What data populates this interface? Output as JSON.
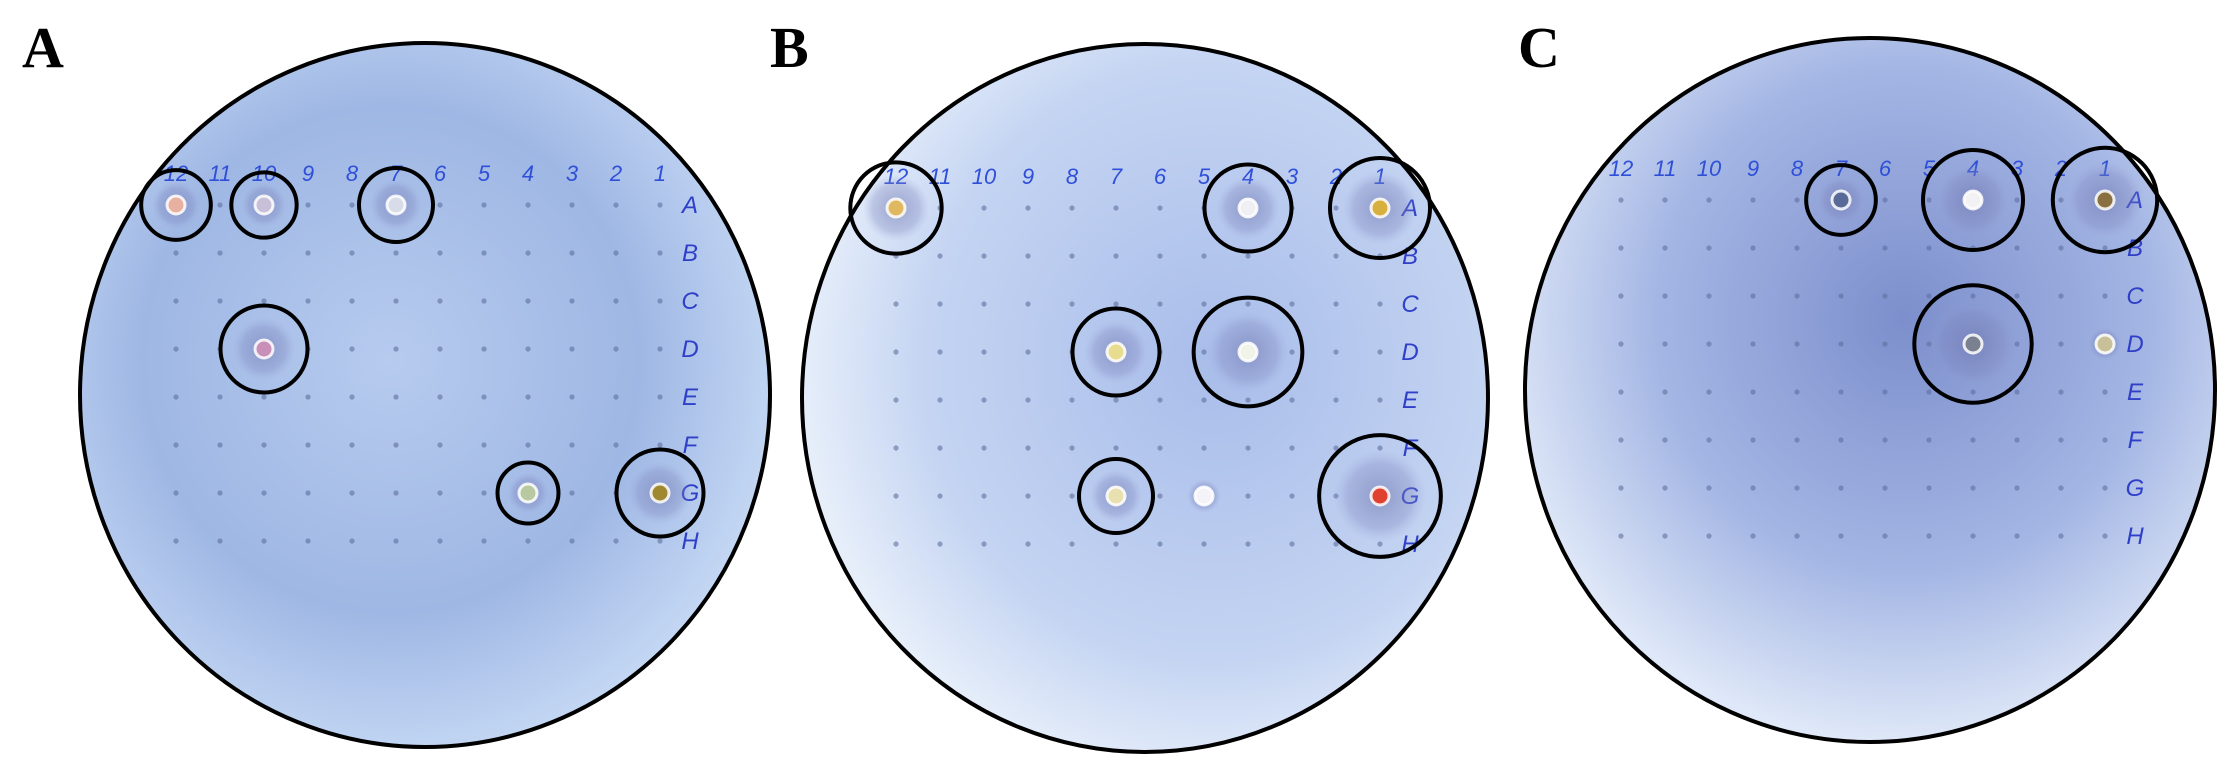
{
  "panels": [
    {
      "label": "A",
      "column_labels": [
        "12",
        "11",
        "10",
        "9",
        "8",
        "7",
        "6",
        "5",
        "4",
        "3",
        "2",
        "1"
      ],
      "row_labels": [
        "A",
        "B",
        "C",
        "D",
        "E",
        "F",
        "G",
        "H"
      ],
      "tint": "#a9bfe6",
      "colonies": [
        {
          "col": 12,
          "row": "A",
          "halo": 0.9,
          "color": "#e8b0a0",
          "circled": true
        },
        {
          "col": 10,
          "row": "A",
          "halo": 0.8,
          "color": "#c8c0d8",
          "circled": true
        },
        {
          "col": 7,
          "row": "A",
          "halo": 1.0,
          "color": "#d8dce8",
          "circled": true
        },
        {
          "col": 10,
          "row": "D",
          "halo": 1.3,
          "color": "#c890b8",
          "circled": true
        },
        {
          "col": 4,
          "row": "G",
          "halo": 0.7,
          "color": "#b8c8a0",
          "circled": true
        },
        {
          "col": 1,
          "row": "G",
          "halo": 1.3,
          "color": "#a08830",
          "circled": true
        }
      ]
    },
    {
      "label": "B",
      "column_labels": [
        "12",
        "11",
        "10",
        "9",
        "8",
        "7",
        "6",
        "5",
        "4",
        "3",
        "2",
        "1"
      ],
      "row_labels": [
        "A",
        "B",
        "C",
        "D",
        "E",
        "F",
        "G",
        "H"
      ],
      "tint": "#9fb6e8",
      "colonies": [
        {
          "col": 12,
          "row": "A",
          "halo": 1.4,
          "color": "#e0b860",
          "circled": true
        },
        {
          "col": 4,
          "row": "A",
          "halo": 1.3,
          "color": "#f0f0f4",
          "circled": true
        },
        {
          "col": 1,
          "row": "A",
          "halo": 1.6,
          "color": "#d8b040",
          "circled": true
        },
        {
          "col": 7,
          "row": "D",
          "halo": 1.3,
          "color": "#e8dc90",
          "circled": true
        },
        {
          "col": 4,
          "row": "D",
          "halo": 1.8,
          "color": "#f0f4e8",
          "circled": true
        },
        {
          "col": 7,
          "row": "G",
          "halo": 1.0,
          "color": "#e8e0b0",
          "circled": true
        },
        {
          "col": 5,
          "row": "G",
          "halo": 0.5,
          "color": "#f4f4f8",
          "circled": false
        },
        {
          "col": 1,
          "row": "G",
          "halo": 2.1,
          "color": "#e04030",
          "circled": true
        }
      ]
    },
    {
      "label": "C",
      "column_labels": [
        "12",
        "11",
        "10",
        "9",
        "8",
        "7",
        "6",
        "5",
        "4",
        "3",
        "2",
        "1"
      ],
      "row_labels": [
        "A",
        "B",
        "C",
        "D",
        "E",
        "F",
        "G",
        "H"
      ],
      "tint": "#8fa6dc",
      "colonies": [
        {
          "col": 7,
          "row": "A",
          "halo": 0.9,
          "color": "#5a6a98",
          "circled": true
        },
        {
          "col": 4,
          "row": "A",
          "halo": 1.6,
          "color": "#f2f2f4",
          "circled": true
        },
        {
          "col": 1,
          "row": "A",
          "halo": 1.7,
          "color": "#8a7040",
          "circled": true
        },
        {
          "col": 4,
          "row": "D",
          "halo": 2.0,
          "color": "#7a8090",
          "circled": true
        },
        {
          "col": 1,
          "row": "D",
          "halo": 0.5,
          "color": "#c8c098",
          "circled": false
        }
      ]
    }
  ]
}
